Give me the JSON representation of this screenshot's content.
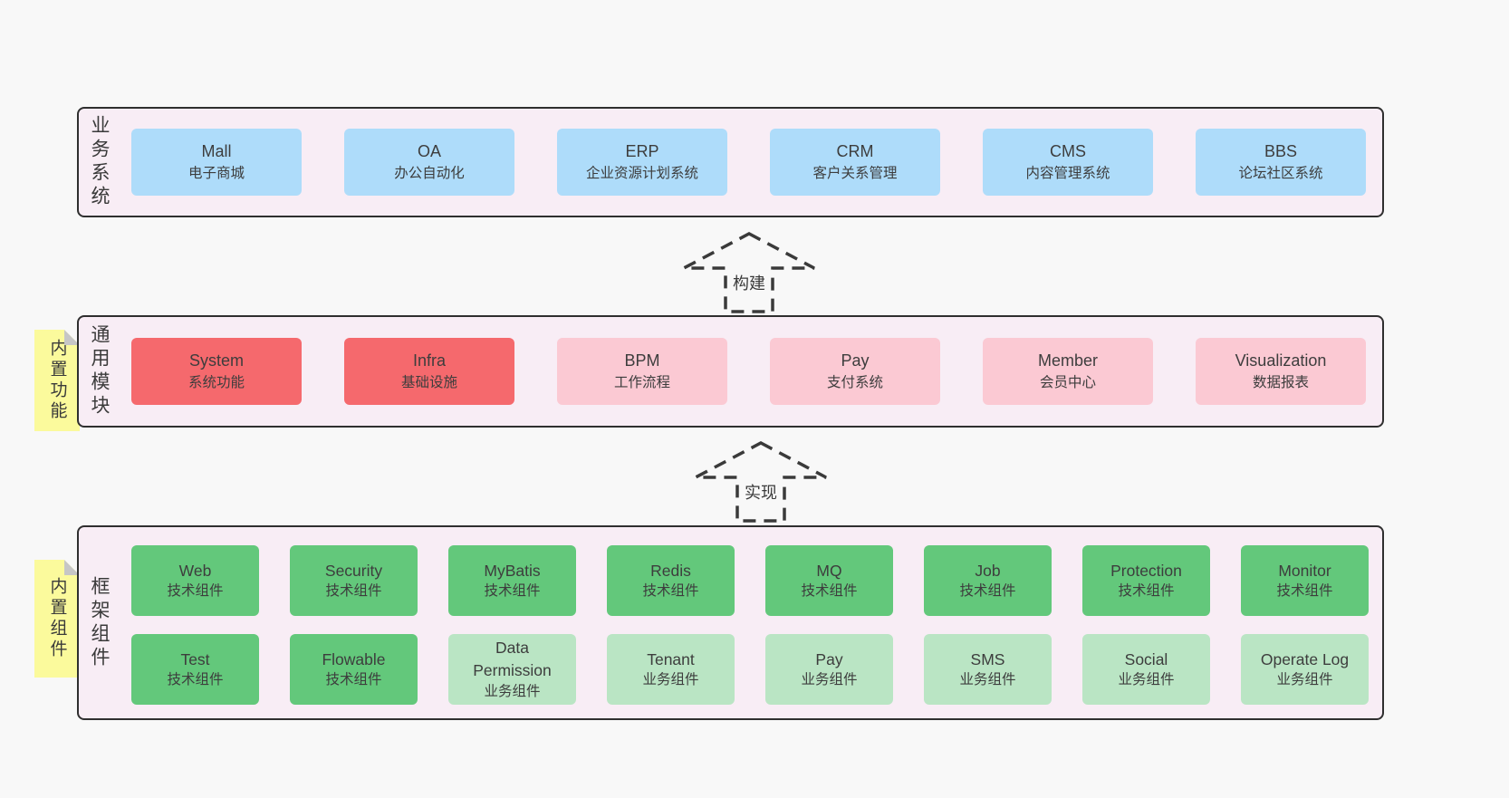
{
  "colors": {
    "page_bg": "#f8f8f8",
    "panel_bg": "#f8edf5",
    "panel_border": "#2f2f2f",
    "blue": "#aedcfa",
    "red": "#f5696d",
    "pink": "#fbc9d3",
    "green_dark": "#63c87b",
    "green_light": "#bae5c4",
    "yellow_tab": "#fbfa9c",
    "text": "#3d3d3d"
  },
  "layers": [
    {
      "label": "业务系统",
      "boxes": [
        {
          "title": "Mall",
          "subtitle": "电子商城"
        },
        {
          "title": "OA",
          "subtitle": "办公自动化"
        },
        {
          "title": "ERP",
          "subtitle": "企业资源计划系统"
        },
        {
          "title": "CRM",
          "subtitle": "客户关系管理"
        },
        {
          "title": "CMS",
          "subtitle": "内容管理系统"
        },
        {
          "title": "BBS",
          "subtitle": "论坛社区系统"
        }
      ]
    },
    {
      "label": "通用模块",
      "tab": "内置功能",
      "boxes": [
        {
          "title": "System",
          "subtitle": "系统功能"
        },
        {
          "title": "Infra",
          "subtitle": "基础设施"
        },
        {
          "title": "BPM",
          "subtitle": "工作流程"
        },
        {
          "title": "Pay",
          "subtitle": "支付系统"
        },
        {
          "title": "Member",
          "subtitle": "会员中心"
        },
        {
          "title": "Visualization",
          "subtitle": "数据报表"
        }
      ]
    },
    {
      "label": "框架组件",
      "tab": "内置组件",
      "row1": [
        {
          "title": "Web",
          "subtitle": "技术组件"
        },
        {
          "title": "Security",
          "subtitle": "技术组件"
        },
        {
          "title": "MyBatis",
          "subtitle": "技术组件"
        },
        {
          "title": "Redis",
          "subtitle": "技术组件"
        },
        {
          "title": "MQ",
          "subtitle": "技术组件"
        },
        {
          "title": "Job",
          "subtitle": "技术组件"
        },
        {
          "title": "Protection",
          "subtitle": "技术组件"
        },
        {
          "title": "Monitor",
          "subtitle": "技术组件"
        }
      ],
      "row2": [
        {
          "title": "Test",
          "subtitle": "技术组件"
        },
        {
          "title": "Flowable",
          "subtitle": "技术组件"
        },
        {
          "title": "Data Permission",
          "subtitle": "业务组件"
        },
        {
          "title": "Tenant",
          "subtitle": "业务组件"
        },
        {
          "title": "Pay",
          "subtitle": "业务组件"
        },
        {
          "title": "SMS",
          "subtitle": "业务组件"
        },
        {
          "title": "Social",
          "subtitle": "业务组件"
        },
        {
          "title": "Operate Log",
          "subtitle": "业务组件"
        }
      ]
    }
  ],
  "arrows": [
    {
      "label": "构建"
    },
    {
      "label": "实现"
    }
  ]
}
